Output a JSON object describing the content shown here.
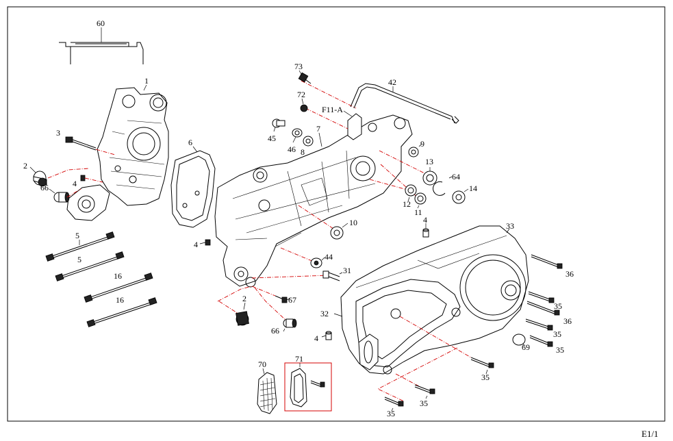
{
  "diagram": {
    "sheet_label": "E1/1",
    "labels": {
      "l60": "60",
      "l1": "1",
      "l3": "3",
      "l2a": "2",
      "l66a": "66",
      "l4a": "4",
      "l6": "6",
      "l5a": "5",
      "l5b": "5",
      "l16a": "16",
      "l16b": "16",
      "l73": "73",
      "l72": "72",
      "l42": "42",
      "f11a": "F11-A",
      "l45": "45",
      "l46": "46",
      "l8": "8",
      "l7": "7",
      "l9": "9",
      "l13": "13",
      "l64": "64",
      "l14": "14",
      "l12": "12",
      "l11": "11",
      "l10": "10",
      "l4b": "4",
      "l44": "44",
      "l31": "31",
      "l2b": "2",
      "l67": "67",
      "l66b": "66",
      "l4c": "4",
      "l33": "33",
      "l36a": "36",
      "l35a": "35",
      "l36b": "36",
      "l35b": "35",
      "l35c": "35",
      "l32": "32",
      "l4d": "4",
      "l69": "69",
      "l35d": "35",
      "l35e": "35",
      "l35f": "35",
      "l70": "70",
      "l71": "71"
    }
  }
}
